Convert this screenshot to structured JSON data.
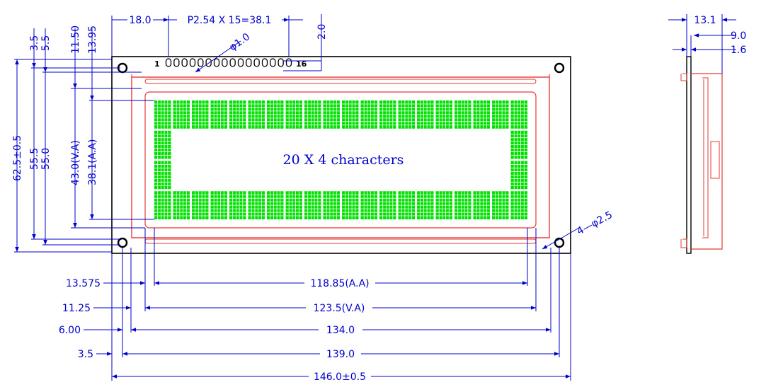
{
  "display": {
    "caption": "20 X 4 characters",
    "char_columns": 20,
    "char_rows": 4
  },
  "pins": {
    "first": "1",
    "last": "16"
  },
  "top_dims": {
    "pin_offset": "18.0",
    "pin_pitch": "P2.54  X 15=38.1",
    "pin_height": "2.0",
    "pin_dia": "φ1.0"
  },
  "left_dims": {
    "d1": "3.5",
    "d2": "5.5",
    "d3": "11.50",
    "d4": "13.95",
    "outline_h": "62.5±0.5",
    "h2": "55.5",
    "h3": "55.0",
    "va_h": "43.0(V.A)",
    "aa_h": "38.1(A.A)"
  },
  "bottom_dims": {
    "r1_left": "13.575",
    "r1_mid": "118.85(A.A)",
    "r2_left": "11.25",
    "r2_mid": "123.5(V.A)",
    "r3_left": "6.00",
    "r3_mid": "134.0",
    "r4_left": "3.5",
    "r4_mid": "139.0",
    "r5_mid": "146.0±0.5"
  },
  "holes": {
    "label": "4—φ2.5"
  },
  "side_dims": {
    "depth": "13.1",
    "d2": "9.0",
    "d3": "1.6"
  },
  "colors": {
    "dimension": "#0000cc",
    "outline": "#000000",
    "frame": "#e53935",
    "pixel": "#00e000"
  }
}
